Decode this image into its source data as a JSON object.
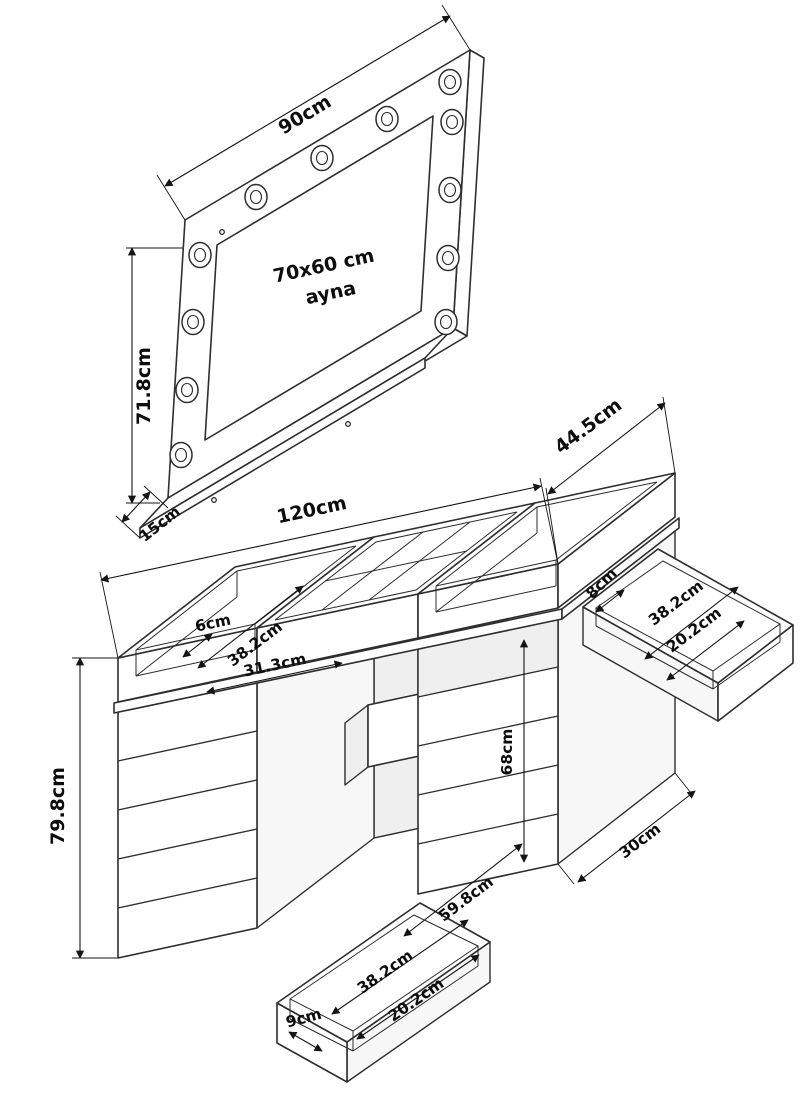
{
  "page": {
    "background": "#ffffff",
    "kind": "furniture-dimension-drawing"
  },
  "colors": {
    "line": "#2e2e2e",
    "dimension": "#141414",
    "text": "#0d0d0d",
    "interior_shade": "#efefef"
  },
  "mirror": {
    "width_label": "90cm",
    "height_label": "71.8cm",
    "base_depth_label": "15cm",
    "glass_line1": "70x60 cm",
    "glass_line2": "ayna",
    "bulb_count": 12
  },
  "table": {
    "width_label": "120cm",
    "depth_label": "44.5cm",
    "height_label": "79.8cm",
    "knee_space_height_label": "68cm",
    "pedestal_floor_depth_label": "30cm",
    "floor_clearance_depth_label": "59.8cm",
    "left_top_tray": {
      "edge_label": "6cm",
      "depth_label": "38.2cm",
      "width_label": "31.3cm"
    },
    "right_pulled_drawer": {
      "height_label": "8cm",
      "inner_depth_label": "38.2cm",
      "inner_width_label": "20.2cm"
    },
    "bottom_pulled_drawer": {
      "height_label": "9cm",
      "inner_depth_label": "38.2cm",
      "inner_width_label": "20.2cm"
    }
  }
}
